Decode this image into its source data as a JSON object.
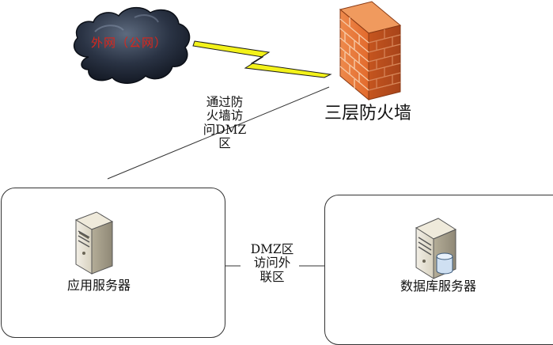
{
  "cloud": {
    "label": "外网（公网）"
  },
  "firewall": {
    "label": "三层防火墙"
  },
  "dmz_access": {
    "lines": [
      "通过防",
      "火墙访",
      "问DMZ",
      "区"
    ]
  },
  "dmz_out": {
    "lines": [
      "DMZ区",
      "访问外",
      "联区"
    ]
  },
  "app_server": {
    "label": "应用服务器"
  },
  "db_server": {
    "label": "数据库服务器"
  },
  "colors": {
    "brick": "#e8743a",
    "brick_dark": "#b54d1f",
    "cloud": "#1c2433",
    "lightning": "#f3f21a",
    "cloud_text": "#d9261c"
  }
}
